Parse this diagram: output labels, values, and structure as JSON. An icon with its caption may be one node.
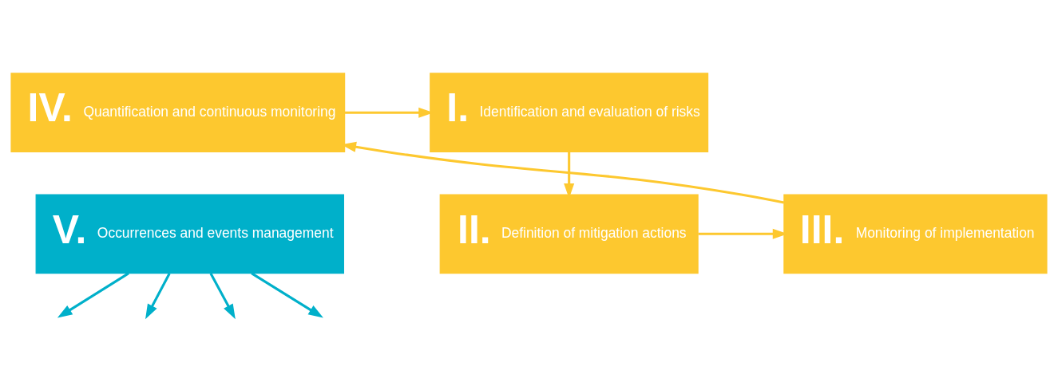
{
  "diagram": {
    "nodes": [
      {
        "text": [
          "I.",
          "Identification and evaluation of risks"
        ]
      },
      {
        "text": [
          "IV.",
          "Quantification and continuous monitoring"
        ]
      },
      {
        "text": [
          "V.",
          "Occurrences and events management"
        ]
      },
      {
        "text": [
          "II.",
          "Definition of mitigation actions"
        ]
      },
      {
        "text": [
          "III.",
          "Monitoring of implementation"
        ]
      }
    ],
    "edges": [
      {
        "from": 1,
        "to": 0,
        "arrow": "to"
      },
      {
        "from": 0,
        "to": 3,
        "arrow": "to"
      },
      {
        "from": 3,
        "to": 4,
        "arrow": "to"
      },
      {
        "from": 4,
        "to": 1,
        "arrow": "to"
      },
      {
        "from": 2,
        "to": null,
        "arrow": "to",
        "color": "#00b0ca"
      },
      {
        "from": 2,
        "to": null,
        "arrow": "to",
        "color": "#00b0ca"
      },
      {
        "from": 2,
        "to": null,
        "arrow": "to",
        "color": "#00b0ca"
      },
      {
        "from": 2,
        "to": null,
        "arrow": "to",
        "color": "#00b0ca"
      }
    ]
  }
}
